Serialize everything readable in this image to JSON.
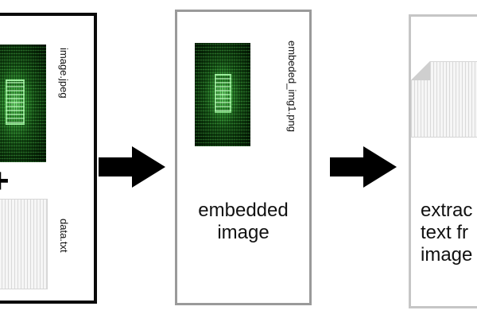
{
  "panel_1": {
    "image_label": "image.jpeg",
    "plus": "+",
    "data_label": "data.txt"
  },
  "panel_2": {
    "image_label": "embeded_img1.png",
    "caption": "embedded image"
  },
  "panel_3": {
    "caption_lines": [
      "extrac",
      "text fr",
      "image"
    ]
  },
  "colors": {
    "panel_1_border": "#0a0a0a",
    "panel_2_border": "#9a9a9a",
    "panel_3_border": "#c6c6c6",
    "arrow": "#000000",
    "image_green": "#2f8f2f"
  },
  "icons": [
    "arrow-right-icon",
    "green-image-icon",
    "text-document-icon"
  ]
}
